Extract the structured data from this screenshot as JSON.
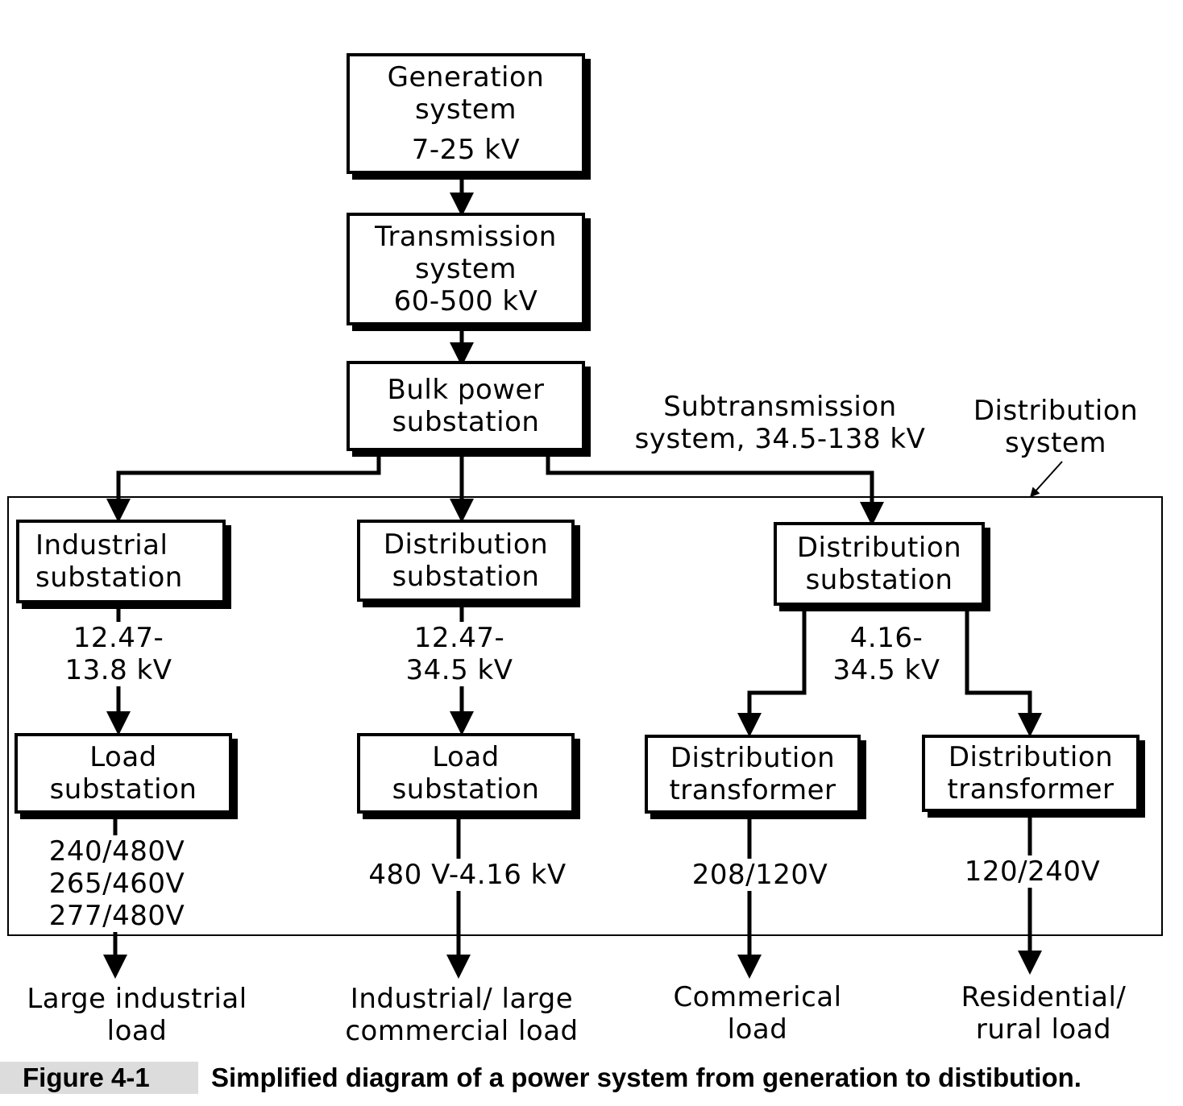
{
  "nodes": {
    "generation": {
      "line1": "Generation",
      "line2": "system",
      "line3": "7-25 kV"
    },
    "transmission": {
      "line1": "Transmission",
      "line2": "system",
      "line3": "60-500 kV"
    },
    "bulk": {
      "line1": "Bulk power",
      "line2": "substation"
    },
    "industrial_sub": {
      "line1": "Industrial",
      "line2": "substation"
    },
    "dist_sub_1": {
      "line1": "Distribution",
      "line2": "substation"
    },
    "dist_sub_2": {
      "line1": "Distribution",
      "line2": "substation"
    },
    "load_sub_1": {
      "line1": "Load",
      "line2": "substation"
    },
    "load_sub_2": {
      "line1": "Load",
      "line2": "substation"
    },
    "dist_xfmr_1": {
      "line1": "Distribution",
      "line2": "transformer"
    },
    "dist_xfmr_2": {
      "line1": "Distribution",
      "line2": "transformer"
    }
  },
  "labels": {
    "subtransmission": {
      "line1": "Subtransmission",
      "line2": "system, 34.5-138 kV"
    },
    "distribution_system": {
      "line1": "Distribution",
      "line2": "system"
    },
    "v_industrial": {
      "line1": "12.47-",
      "line2": "13.8 kV"
    },
    "v_dist1": {
      "line1": "12.47-",
      "line2": "34.5 kV"
    },
    "v_dist2": {
      "line1": "4.16-",
      "line2": "34.5 kV"
    },
    "v_load1": {
      "line1": "240/480V",
      "line2": "265/460V",
      "line3": "277/480V"
    },
    "v_load2": {
      "line1": "480 V-4.16 kV"
    },
    "v_xfmr1": {
      "line1": "208/120V"
    },
    "v_xfmr2": {
      "line1": "120/240V"
    }
  },
  "loads": {
    "large_industrial": {
      "line1": "Large industrial",
      "line2": "load"
    },
    "industrial_commercial": {
      "line1": "Industrial/ large",
      "line2": "commercial load"
    },
    "commercial": {
      "line1": "Commerical",
      "line2": "load"
    },
    "residential": {
      "line1": "Residential/",
      "line2": "rural load"
    }
  },
  "caption": {
    "tag": "Figure 4-1",
    "text": "Simplified diagram of a power system from generation to distibution."
  }
}
